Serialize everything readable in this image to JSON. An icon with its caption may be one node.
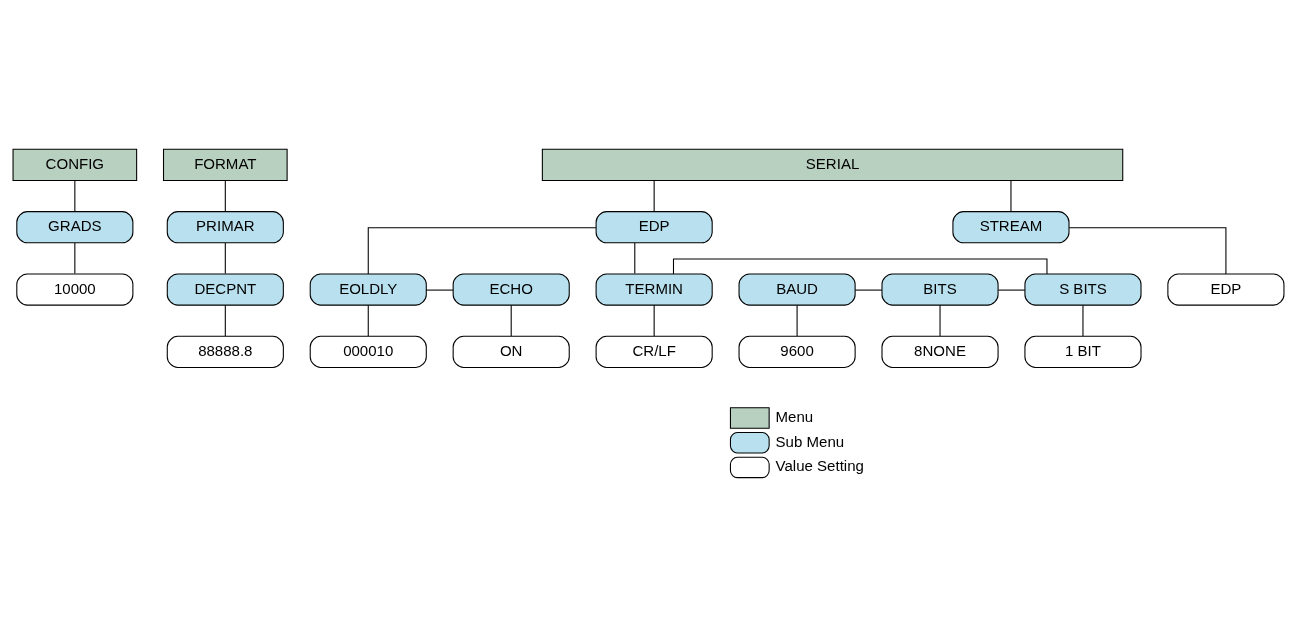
{
  "diagram": {
    "nodes": [
      {
        "text": [
          "CONFIG"
        ]
      },
      {
        "text": [
          "FORMAT"
        ]
      },
      {
        "text": [
          "SERIAL"
        ]
      },
      {
        "text": [
          "GRADS"
        ]
      },
      {
        "text": [
          "10000"
        ]
      },
      {
        "text": [
          "PRIMAR"
        ]
      },
      {
        "text": [
          "DECPNT"
        ]
      },
      {
        "text": [
          "88888.8"
        ]
      },
      {
        "text": [
          "EDP"
        ]
      },
      {
        "text": [
          "STREAM"
        ]
      },
      {
        "text": [
          "EDP"
        ]
      },
      {
        "text": [
          "BAUD"
        ]
      },
      {
        "text": [
          "9600"
        ]
      },
      {
        "text": [
          "BITS"
        ]
      },
      {
        "text": [
          "8NONE"
        ]
      },
      {
        "text": [
          "S BITS"
        ]
      },
      {
        "text": [
          "1 BIT"
        ]
      },
      {
        "text": [
          "TERMIN"
        ]
      },
      {
        "text": [
          "CR/LF"
        ]
      },
      {
        "text": [
          "EOLDLY"
        ]
      },
      {
        "text": [
          "000010"
        ]
      },
      {
        "text": [
          "ECHO"
        ]
      },
      {
        "text": [
          "ON"
        ]
      }
    ],
    "edges": [
      {
        "from": 0,
        "to": 3,
        "arrow": "none"
      },
      {
        "from": 3,
        "to": 4,
        "arrow": "none"
      },
      {
        "from": 1,
        "to": 5,
        "arrow": "none"
      },
      {
        "from": 5,
        "to": 6,
        "arrow": "none"
      },
      {
        "from": 6,
        "to": 7,
        "arrow": "none"
      },
      {
        "from": 2,
        "to": 8,
        "arrow": "none"
      },
      {
        "from": 2,
        "to": 9,
        "arrow": "none"
      },
      {
        "from": 9,
        "to": 10,
        "arrow": "none"
      },
      {
        "from": 8,
        "to": 17,
        "arrow": "none"
      },
      {
        "from": 8,
        "to": 19,
        "arrow": "none"
      },
      {
        "from": 11,
        "to": 13,
        "arrow": "none"
      },
      {
        "from": 13,
        "to": 15,
        "arrow": "none"
      },
      {
        "from": 15,
        "to": 17,
        "arrow": "none"
      },
      {
        "from": 19,
        "to": 21,
        "arrow": "none"
      },
      {
        "from": 11,
        "to": 12,
        "arrow": "none"
      },
      {
        "from": 13,
        "to": 14,
        "arrow": "none"
      },
      {
        "from": 15,
        "to": 16,
        "arrow": "none"
      },
      {
        "from": 17,
        "to": 18,
        "arrow": "none"
      },
      {
        "from": 19,
        "to": 20,
        "arrow": "none"
      },
      {
        "from": 21,
        "to": 22,
        "arrow": "none"
      }
    ],
    "legend": [
      {
        "text": "Menu",
        "color": "#b8d0c0"
      },
      {
        "text": "Sub Menu",
        "color": "#b8e0ee"
      },
      {
        "text": "Value Setting",
        "color": "#ffffff"
      }
    ]
  }
}
